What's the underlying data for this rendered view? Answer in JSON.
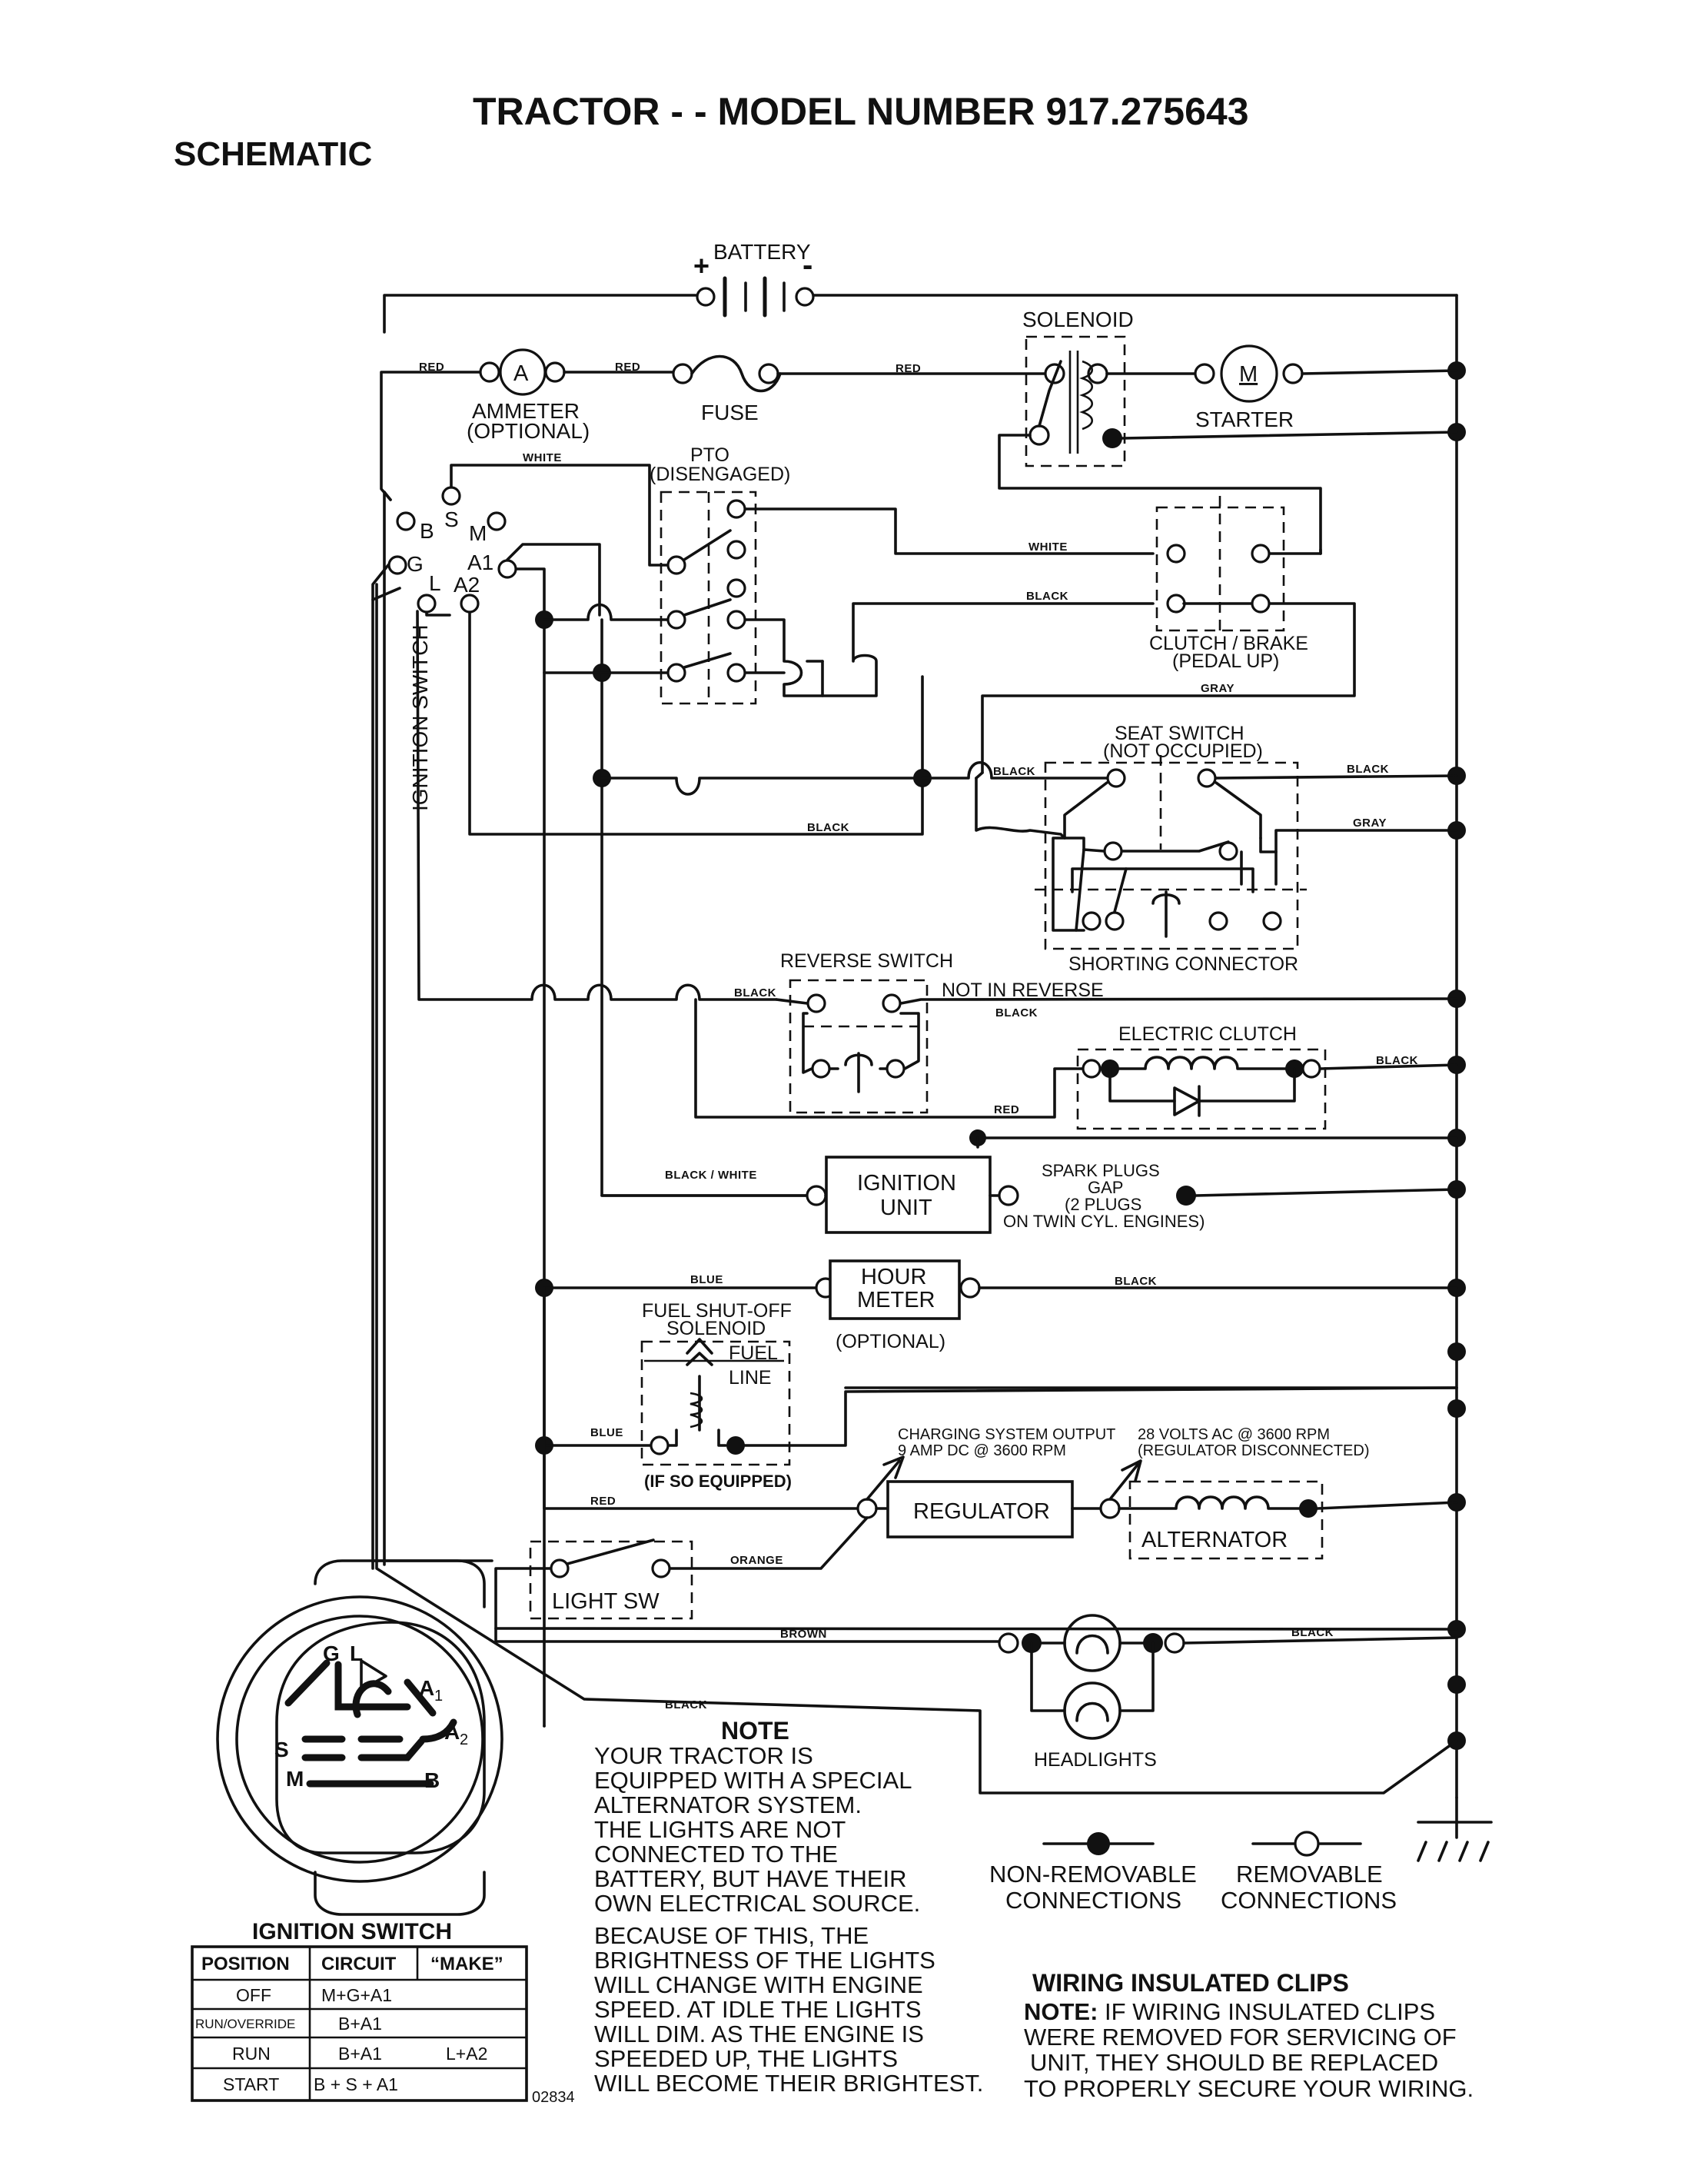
{
  "header": {
    "title": "TRACTOR - - MODEL NUMBER 917.275643",
    "subtitle": "SCHEMATIC"
  },
  "components": {
    "battery": "BATTERY",
    "battery_plus": "+",
    "battery_minus": "-",
    "solenoid": "SOLENOID",
    "ammeter_symbol": "A",
    "ammeter": "AMMETER",
    "ammeter_optional": "(OPTIONAL)",
    "fuse": "FUSE",
    "starter_symbol": "M",
    "starter": "STARTER",
    "pto_1": "PTO",
    "pto_2": "(DISENGAGED)",
    "clutch_brake_1": "CLUTCH / BRAKE",
    "clutch_brake_2": "(PEDAL UP)",
    "seat_switch_1": "SEAT SWITCH",
    "seat_switch_2": "(NOT OCCUPIED)",
    "shorting_connector": "SHORTING CONNECTOR",
    "reverse_switch": "REVERSE SWITCH",
    "not_in_reverse": "NOT IN REVERSE",
    "electric_clutch": "ELECTRIC CLUTCH",
    "ignition_unit_1": "IGNITION",
    "ignition_unit_2": "UNIT",
    "spark_plugs_1": "SPARK PLUGS",
    "spark_plugs_2": "GAP",
    "spark_plugs_3": "(2 PLUGS",
    "spark_plugs_4": "ON TWIN CYL. ENGINES)",
    "hour_meter_1": "HOUR",
    "hour_meter_2": "METER",
    "hour_meter_optional": "(OPTIONAL)",
    "fuel_solenoid_1": "FUEL SHUT-OFF",
    "fuel_solenoid_2": "SOLENOID",
    "fuel_line_1": "FUEL",
    "fuel_line_2": "LINE",
    "if_so_equipped": "(IF SO EQUIPPED)",
    "charging_output_1": "CHARGING SYSTEM OUTPUT",
    "charging_output_2": "9 AMP DC @ 3600 RPM",
    "alternator_volts_1": "28 VOLTS AC @ 3600 RPM",
    "alternator_volts_2": "(REGULATOR DISCONNECTED)",
    "regulator": "REGULATOR",
    "alternator": "ALTERNATOR",
    "light_sw": "LIGHT SW",
    "headlights": "HEADLIGHTS",
    "ignition_switch_vertical": "IGNITION SWITCH",
    "term_b": "B",
    "term_s": "S",
    "term_m": "M",
    "term_g": "G",
    "term_l": "L",
    "term_a1": "A1",
    "term_a2": "A2"
  },
  "wires": {
    "red": "RED",
    "white": "WHITE",
    "black": "BLACK",
    "gray": "GRAY",
    "black_white": "BLACK / WHITE",
    "blue": "BLUE",
    "orange": "ORANGE",
    "brown": "BROWN"
  },
  "ignition_switch_face": {
    "title": "IGNITION SWITCH",
    "g": "G",
    "l": "L",
    "a1": "A",
    "a1_sub": "1",
    "a2": "A",
    "a2_sub": "2",
    "s": "S",
    "m": "M",
    "b": "B"
  },
  "ignition_table": {
    "headers": [
      "POSITION",
      "CIRCUIT",
      "“MAKE”"
    ],
    "rows": [
      {
        "position": "OFF",
        "circuit": "M+G+A1",
        "make": ""
      },
      {
        "position": "RUN/OVERRIDE",
        "circuit": "B+A1",
        "make": ""
      },
      {
        "position": "RUN",
        "circuit": "B+A1",
        "make": "L+A2"
      },
      {
        "position": "START",
        "circuit": "B + S + A1",
        "make": ""
      }
    ]
  },
  "figure_number": "02834",
  "note": {
    "title": "NOTE",
    "lines": [
      "YOUR TRACTOR IS",
      "EQUIPPED WITH A SPECIAL",
      "ALTERNATOR SYSTEM.",
      "THE LIGHTS ARE NOT",
      "CONNECTED TO THE",
      "BATTERY, BUT HAVE THEIR",
      "OWN ELECTRICAL SOURCE.",
      "BECAUSE OF THIS, THE",
      "BRIGHTNESS OF THE LIGHTS",
      "WILL CHANGE WITH ENGINE",
      "SPEED.  AT IDLE THE LIGHTS",
      "WILL DIM.  AS THE ENGINE IS",
      "SPEEDED UP, THE LIGHTS",
      "WILL BECOME THEIR BRIGHTEST."
    ]
  },
  "legend": {
    "non_removable_1": "NON-REMOVABLE",
    "non_removable_2": "CONNECTIONS",
    "removable_1": "REMOVABLE",
    "removable_2": "CONNECTIONS"
  },
  "clips_note": {
    "title": "WIRING INSULATED CLIPS",
    "note_label": "NOTE:",
    "line1": " IF WIRING INSULATED CLIPS",
    "line2": "WERE REMOVED FOR SERVICING OF",
    "line3": "UNIT, THEY SHOULD BE REPLACED",
    "line4": "TO PROPERLY SECURE YOUR WIRING."
  }
}
